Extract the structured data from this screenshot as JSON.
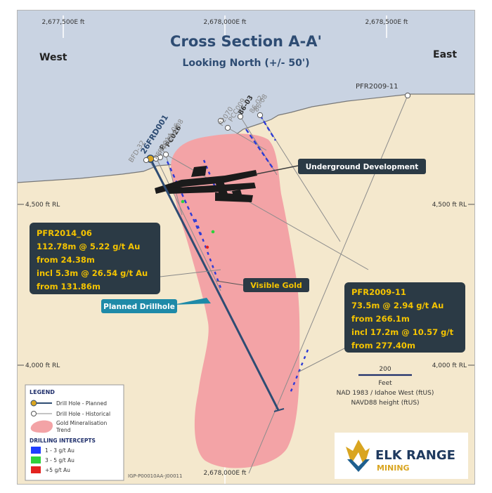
{
  "title": "Cross Section A-A'",
  "subtitle": "Looking North (+/- 50')",
  "directions": {
    "west": "West",
    "east": "East"
  },
  "grid_top": [
    "2,677,500E ft",
    "2,678,000E ft",
    "2,678,500E ft"
  ],
  "grid_bottom": "2,678,000E ft",
  "rl_labels": {
    "upper_left": "4,500 ft RL",
    "upper_right": "4,500 ft RL",
    "lower_left": "4,000 ft RL",
    "lower_right": "4,000 ft RL"
  },
  "drill_holes": {
    "pfr2009_11": "PFR2009-11",
    "h8603": "86-03",
    "h8608": "86-08",
    "h8602": "86-02",
    "pcc009": "PCC009",
    "p2070": "P2070",
    "pc026": "PC026",
    "p": "P",
    "pfr2014_08": "PFR2014_08",
    "pfr2014_06": "PFR2014_06",
    "planned": "26FRD001",
    "bfd32": "BFD-32"
  },
  "callouts": {
    "underground": "Underground Development",
    "visible_gold": "Visible Gold",
    "planned_drillhole": "Planned Drillhole"
  },
  "intercept_pfr2014_06": {
    "hole": "PFR2014_06",
    "lines": [
      "112.78m @ 5.22 g/t Au",
      "from 24.38m",
      "incl 5.3m @ 26.54 g/t Au",
      "from 131.86m"
    ]
  },
  "intercept_pfr2009_11": {
    "hole": "PFR2009-11",
    "lines": [
      "73.5m @ 2.94 g/t Au",
      "from 266.1m",
      "incl 17.2m @ 10.57 g/t",
      "from 277.40m"
    ]
  },
  "scale": {
    "value": "200",
    "unit": "Feet",
    "datum1": "NAD 1983 / Idahoe West (ftUS)",
    "datum2": "NAVD88 height (ftUS)"
  },
  "legend": {
    "title": "LEGEND",
    "planned": "Drill Hole - Planned",
    "historical": "Drill Hole - Historical",
    "trend_line1": "Gold Mineralisation",
    "trend_line2": "Trend",
    "intercepts_title": "DRILLING INTERCEPTS",
    "items": [
      {
        "label": "1 - 3 g/t Au",
        "color": "#1f3dff"
      },
      {
        "label": "3 - 5 g/t Au",
        "color": "#2fd13a"
      },
      {
        "label": "+5 g/t Au",
        "color": "#e3231f"
      }
    ]
  },
  "figure_id": "IGP-P00010AA-J00011",
  "logo": {
    "line1": "ELK RANGE",
    "line2": "MINING"
  },
  "colors": {
    "sky": "#c9d3e2",
    "ground": "#f4e8cd",
    "mineralisation": "#f3a3a6",
    "panel": "#2b3a45",
    "panel_text": "#f5c400",
    "planned_hole": "#2e4c73",
    "callout_blue": "#1e8aa8",
    "callout_dark": "#2b3a45"
  }
}
